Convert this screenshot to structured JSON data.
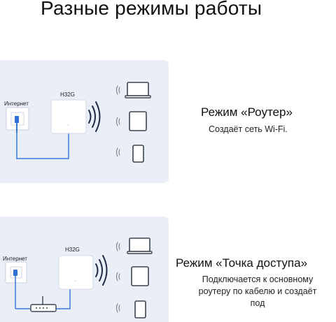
{
  "page": {
    "title": "Разные режимы работы"
  },
  "modes": [
    {
      "internet_label": "Интернет",
      "device_label": "H32G",
      "title": "Режим «Роутер»",
      "description": "Создаёт сеть Wi-Fi."
    },
    {
      "internet_label": "Интернет",
      "device_label": "H32G",
      "title": "Режим «Точка доступа»",
      "description_lines": [
        "Подключается к основному",
        "роутеру по кабелю и создаёт",
        "под"
      ]
    }
  ],
  "colors": {
    "panel": "#e9eef7",
    "cable": "#3a78d8",
    "icon": "#5b6270",
    "text": "#111111"
  },
  "icons": [
    "wall-socket-icon",
    "ethernet-cable-icon",
    "mesh-unit-icon",
    "wifi-waves-icon",
    "laptop-icon",
    "tablet-icon",
    "phone-icon",
    "router-icon"
  ]
}
